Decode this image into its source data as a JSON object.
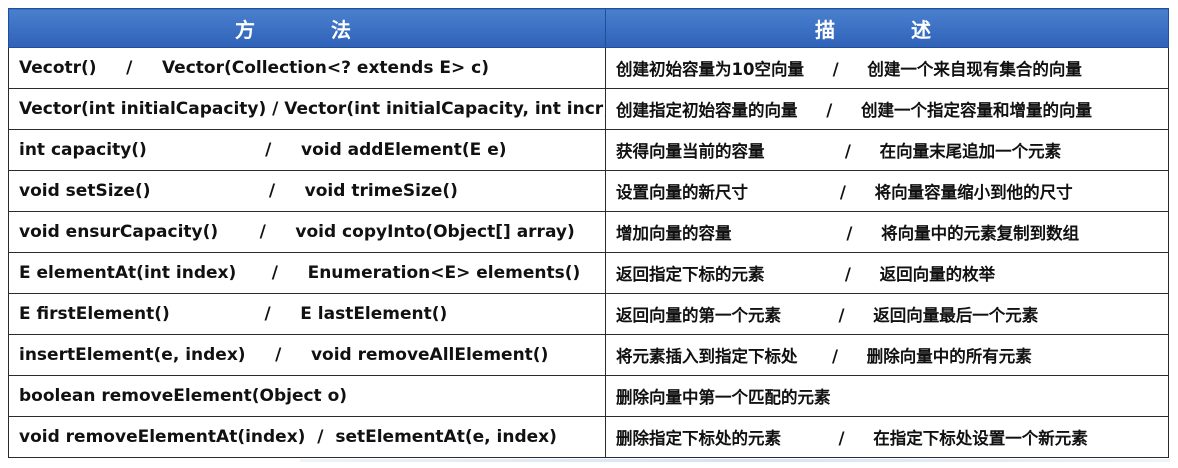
{
  "table": {
    "headers": [
      "方　法",
      "描　述"
    ],
    "rows": [
      {
        "method": "Vecotr()     /     Vector(Collection<? extends E> c)",
        "description": "创建初始容量为10空向量     /     创建一个来自现有集合的向量"
      },
      {
        "method": "Vector(int initialCapacity) / Vector(int initialCapacity, int incr)",
        "description": "创建指定初始容量的向量     /     创建一个指定容量和增量的向量"
      },
      {
        "method": "int capacity()                    /     void addElement(E e)",
        "description": "获得向量当前的容量              /     在向量末尾追加一个元素"
      },
      {
        "method": "void setSize()                    /     void trimeSize()",
        "description": "设置向量的新尺寸                /     将向量容量缩小到他的尺寸"
      },
      {
        "method": "void ensurCapacity()       /     void copyInto(Object[] array)",
        "description": "增加向量的容量                    /     将向量中的元素复制到数组"
      },
      {
        "method": "E elementAt(int index)      /     Enumeration<E> elements()",
        "description": "返回指定下标的元素              /     返回向量的枚举"
      },
      {
        "method": "E firstElement()                /     E lastElement()",
        "description": "返回向量的第一个元素          /     返回向量最后一个元素"
      },
      {
        "method": "insertElement(e, index)     /     void removeAllElement()",
        "description": "将元素插入到指定下标处      /     删除向量中的所有元素"
      },
      {
        "method": "boolean removeElement(Object o)",
        "description": "删除向量中第一个匹配的元素"
      },
      {
        "method": "void removeElementAt(index)  /  setElementAt(e, index)",
        "description": "删除指定下标处的元素          /     在指定下标处设置一个新元素"
      }
    ]
  }
}
